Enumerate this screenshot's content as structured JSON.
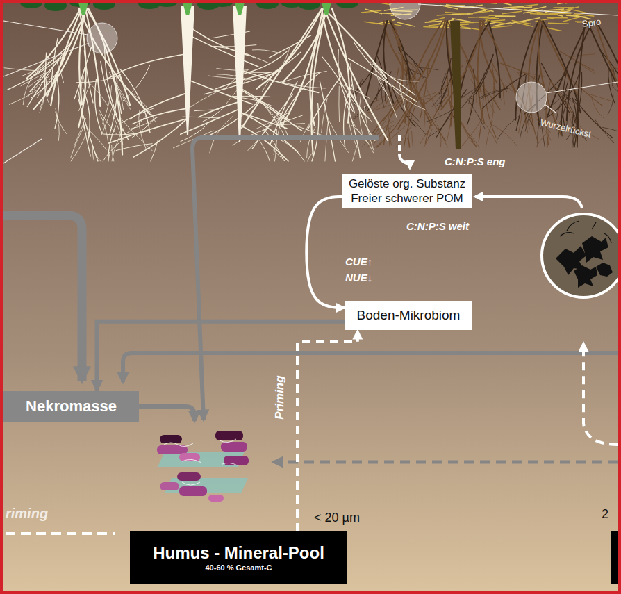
{
  "diagram": {
    "nodes": [
      {
        "text": [
          "Gelöste org. Substanz",
          "Freier schwerer POM"
        ]
      },
      {
        "text": [
          "Boden-Mikrobiom"
        ]
      },
      {
        "text": [
          "Nekromasse"
        ]
      },
      {
        "text": [
          "Humus - Mineral-Pool",
          "40-60 % Gesamt-C"
        ]
      }
    ],
    "edges": [
      {
        "from": 0,
        "to": 1,
        "arrow": "to"
      },
      {
        "from": 1,
        "to": 2,
        "arrow": "to"
      },
      {
        "from": 3,
        "to": 1,
        "arrow": "to",
        "label": "Priming"
      }
    ],
    "labels": [
      "Spro",
      "Wurzelrückst",
      "C:N:P:S eng",
      "C:N:P:S weit",
      "CUE↑",
      "NUE↓",
      "riming",
      "< 20 µm",
      "2"
    ]
  }
}
